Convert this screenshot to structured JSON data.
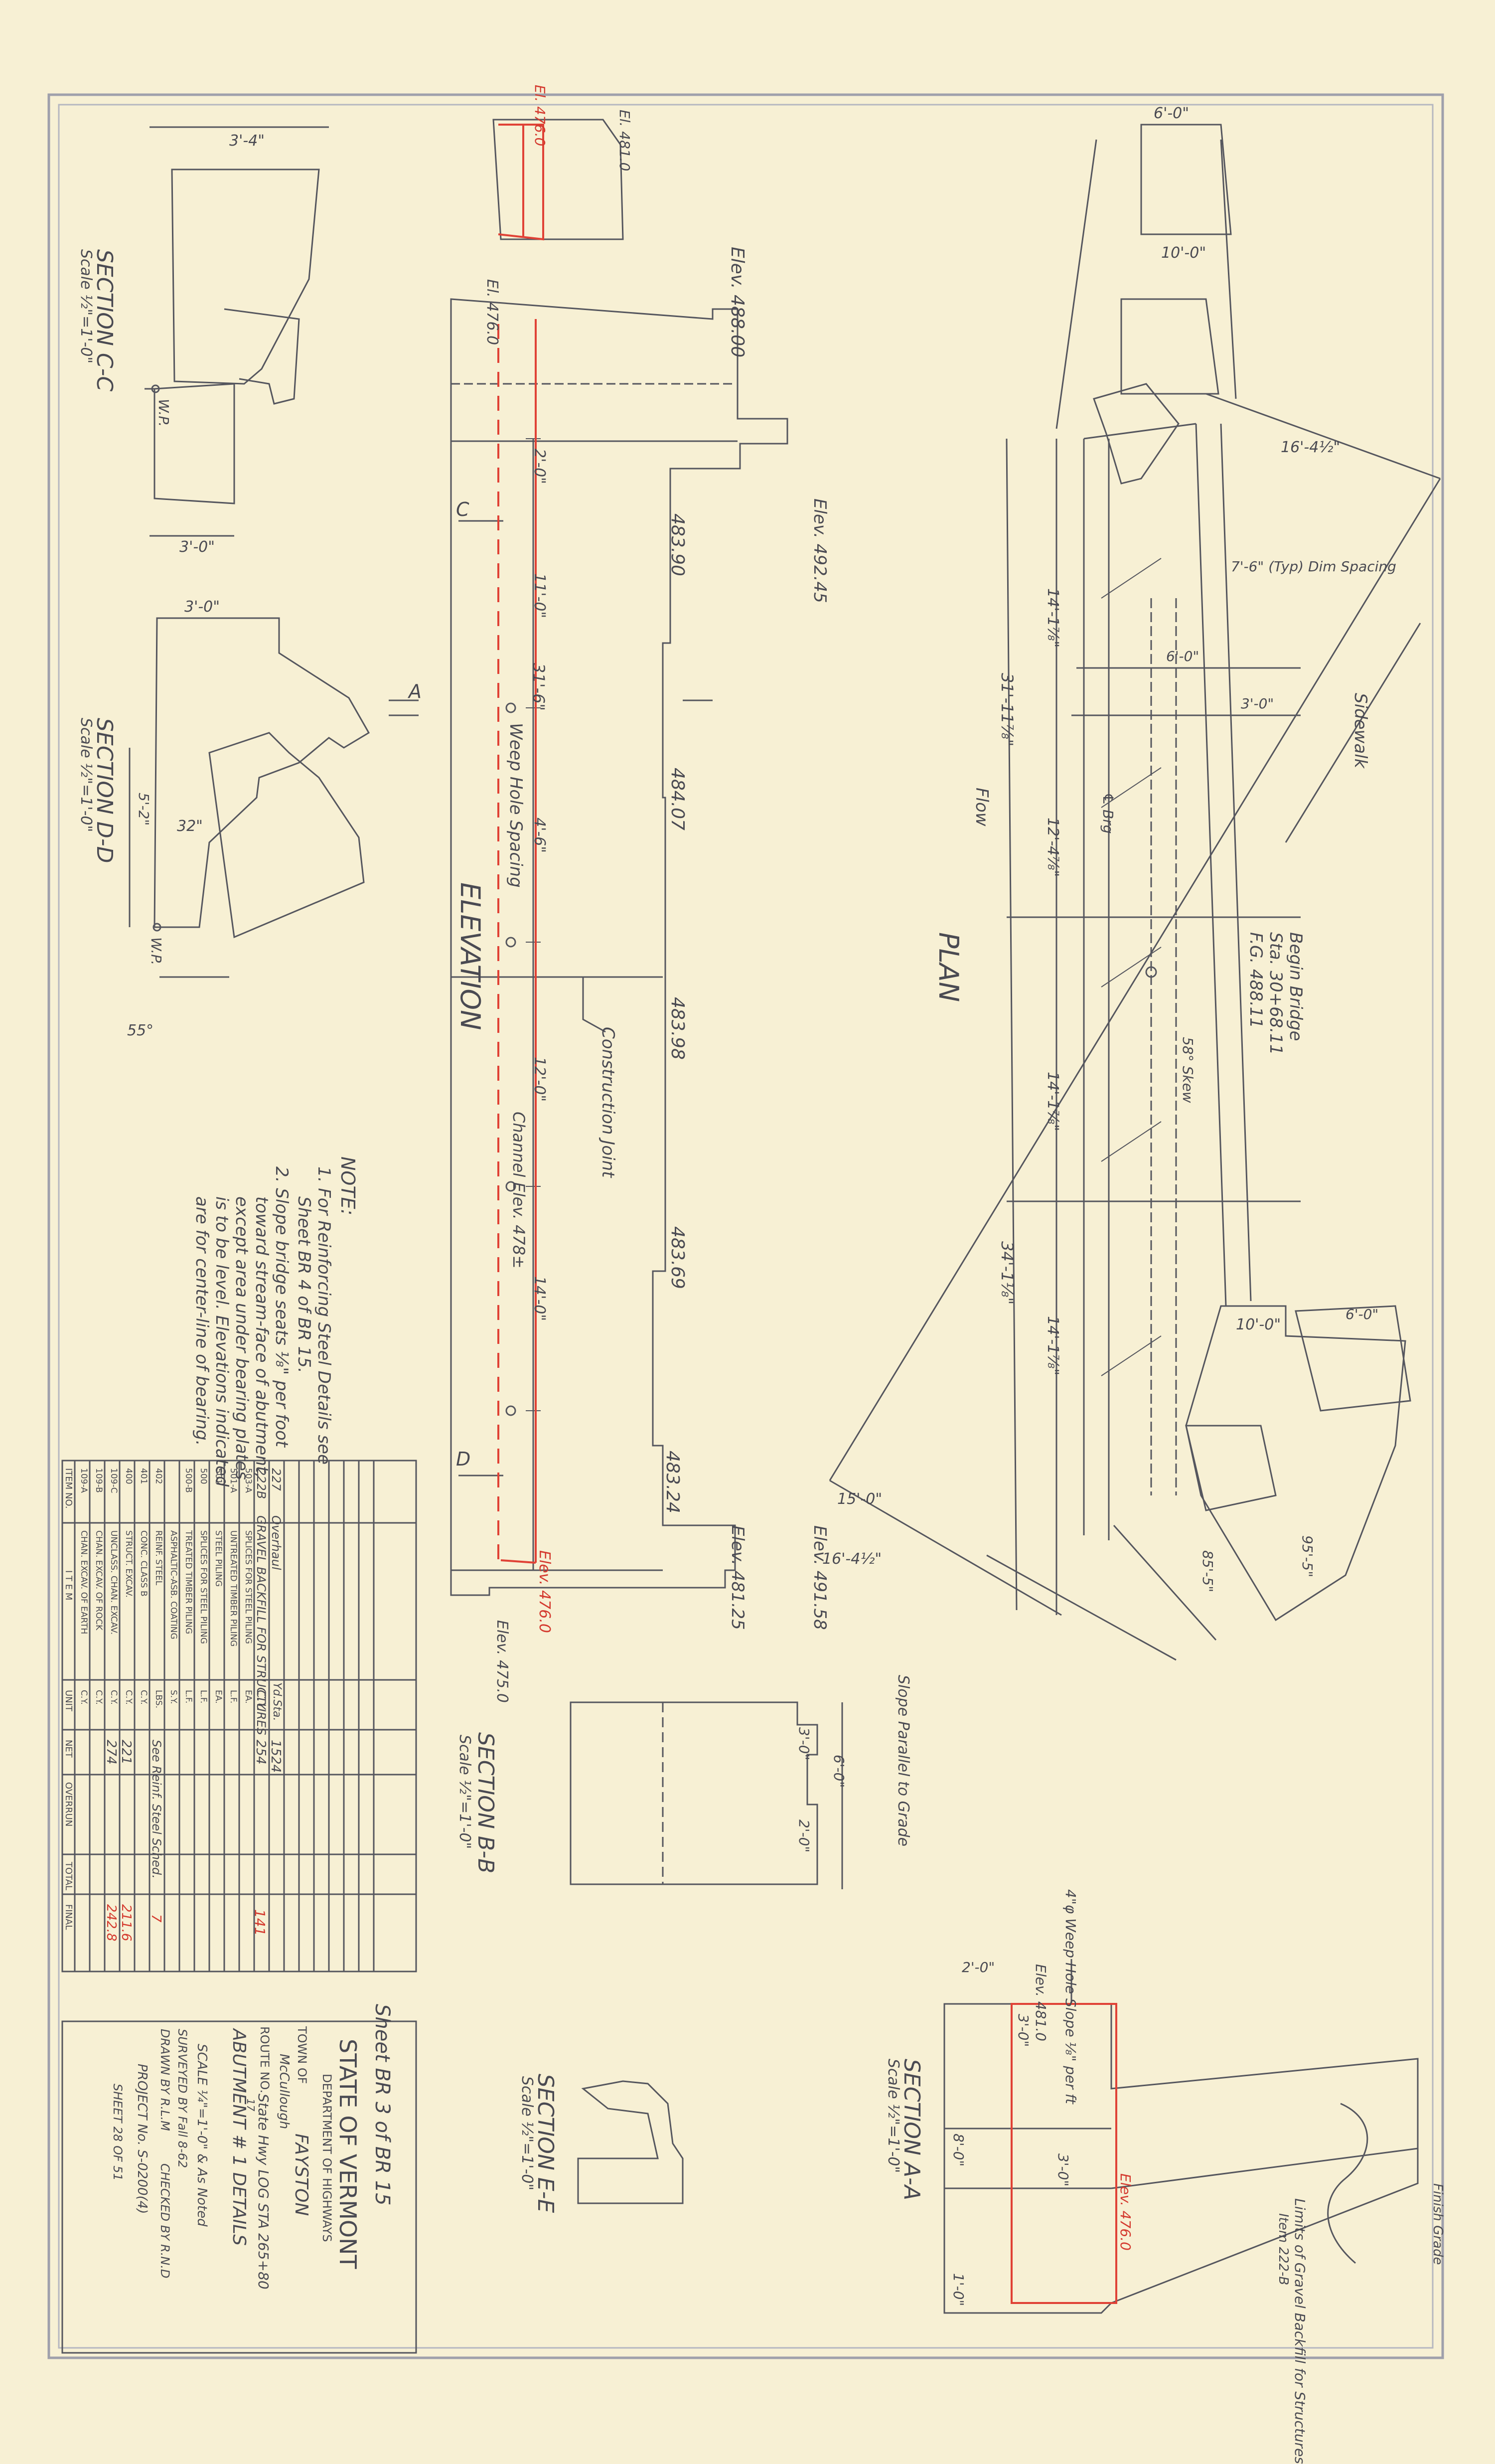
{
  "title_block": {
    "sheet_ref": "Sheet BR 3 of BR 15",
    "state": "STATE OF VERMONT",
    "department": "DEPARTMENT OF HIGHWAYS",
    "town_label": "TOWN OF",
    "town": "FAYSTON",
    "town_sub": "McCullough",
    "route_label": "ROUTE NO.",
    "route": "State Hwy LOG STA 265+80",
    "route_sub": "17",
    "drawing_title": "ABUTMENT # 1 DETAILS",
    "scale": "SCALE ¼\"=1'-0\" & As Noted",
    "surveyed": "SURVEYED BY Fall 8-62",
    "drawn": "DRAWN BY R.L.M",
    "checked": "CHECKED BY R.N.D",
    "project": "PROJECT No. S-0200(4)",
    "sheet": "SHEET 28 OF 51"
  },
  "quantities": {
    "headers": [
      "ITEM NO.",
      "I T E M",
      "UNIT",
      "NET",
      "OVERRUN",
      "TOTAL",
      "FINAL"
    ],
    "rows": [
      {
        "no": "109-A",
        "item": "CHAN. EXCAV. OF EARTH",
        "unit": "C.Y.",
        "net": "",
        "final": ""
      },
      {
        "no": "109-B",
        "item": "CHAN. EXCAV. OF ROCK",
        "unit": "C.Y.",
        "net": "",
        "final": ""
      },
      {
        "no": "109-C",
        "item": "UNCLASS. CHAN. EXCAV.",
        "unit": "C.Y.",
        "net": "274",
        "final": "242.8"
      },
      {
        "no": "400",
        "item": "STRUCT. EXCAV.",
        "unit": "C.Y.",
        "net": "221",
        "final": "211.6"
      },
      {
        "no": "401",
        "item": "CONC. CLASS B",
        "unit": "C.Y.",
        "net": "",
        "final": ""
      },
      {
        "no": "402",
        "item": "REINF. STEEL",
        "unit": "LBS.",
        "net": "See Reinf. Steel Sched.",
        "final": "7"
      },
      {
        "no": "",
        "item": "ASPHALTIC-ASB. COATING",
        "unit": "S.Y.",
        "net": "",
        "final": ""
      },
      {
        "no": "500-B",
        "item": "TREATED TIMBER PILING",
        "unit": "L.F.",
        "net": "",
        "final": ""
      },
      {
        "no": "500",
        "item": "SPLICES FOR STEEL PILING",
        "unit": "L.F.",
        "net": "",
        "final": ""
      },
      {
        "no": "501",
        "item": "STEEL PILING",
        "unit": "EA.",
        "net": "",
        "final": ""
      },
      {
        "no": "501-A",
        "item": "UNTREATED TIMBER PILING",
        "unit": "L.F.",
        "net": "",
        "final": ""
      },
      {
        "no": "503-A",
        "item": "SPLICES FOR STEEL PILING",
        "unit": "EA.",
        "net": "",
        "final": ""
      },
      {
        "no": "222B",
        "item": "GRAVEL BACKFILL FOR STRUCTURES",
        "unit": "C.Y.",
        "net": "254",
        "final": "141"
      },
      {
        "no": "227",
        "item": "Overhaul",
        "unit": "Yd.Sta.",
        "net": "1524",
        "final": ""
      }
    ]
  },
  "notes": {
    "heading": "NOTE:",
    "lines": [
      "1. For Reinforcing Steel Details see",
      "Sheet BR 4 of BR 15.",
      "2. Slope bridge seats ⅛\" per foot",
      "toward stream-face of abutment,",
      "except area under bearing plates",
      "is to be level. Elevations indicated",
      "are for center-line of bearing."
    ]
  },
  "views": {
    "elevation": "ELEVATION",
    "plan": "PLAN",
    "section_cc": "SECTION C-C",
    "section_cc_scale": "Scale ½\"=1'-0\"",
    "section_dd": "SECTION D-D",
    "section_dd_scale": "Scale ½\"=1'-0\"",
    "section_bb": "SECTION B-B",
    "section_bb_scale": "Scale ½\"=1'-0\"",
    "section_ee": "SECTION E-E",
    "section_ee_scale": "Scale ½\"=1'-0\"",
    "section_aa": "SECTION A-A",
    "section_aa_scale": "Scale ½\"=1'-0\""
  },
  "elevation_labels": {
    "elev_top": "Elev. 488.00",
    "elev_492": "Elev. 492.45",
    "elev_491": "Elev. 491.58",
    "elev_481": "Elev. 481.25",
    "seat_1": "483.90",
    "seat_2": "484.07",
    "seat_3": "483.98",
    "seat_4": "483.69",
    "seat_5": "483.24",
    "el_4760": "El. 476.0",
    "el_4810": "El. 481.0",
    "el_4760_red": "El. 476.0",
    "el_4750": "Elev. 475.0",
    "el_4760_bottom": "Elev. 476.0",
    "weep": "Weep Hole Spacing",
    "construction_joint": "Construction Joint",
    "channel": "Channel Elev. 478±",
    "dim_2": "2'-0\"",
    "dim_11": "11'-0\"",
    "dim_316": "31'-6\"",
    "dim_12": "12'-0\"",
    "dim_14": "14'-0\"",
    "dim_45": "4'-6\"",
    "cut_a": "A",
    "cut_c": "C",
    "cut_d": "D"
  },
  "plan_labels": {
    "begin_bridge": "Begin Bridge",
    "station": "Sta. 30+68.11",
    "fg": "F.G. 488.11",
    "flow": "Flow",
    "skew": "58° Skew",
    "sidewalk": "Sidewalk",
    "cl_brg": "℄ Brg",
    "dim_6_top": "6'-0\"",
    "dim_10_top": "10'-0\"",
    "dim_16_top": "16'-4½\"",
    "dim_16_bot": "16'-4½\"",
    "dim_15": "15'-0\"",
    "dim_10_bot": "10'-0\"",
    "dim_6_bot": "6'-0\"",
    "dim_3118": "31'-11⅞\"",
    "dim_3418": "34'-1⅛\"",
    "dim_1418a": "14'-1⅞\"",
    "dim_1418b": "14'-1⅞\"",
    "dim_1418c": "14'-1⅞\"",
    "dim_1248": "12'-4⅞\"",
    "dim_1510": "15'-0\"",
    "dim_95": "95'-5\"",
    "dim_85": "85'-5\"",
    "dim_78": "7'-6\" (Typ) Dim Spacing",
    "dim_60": "6'-0\"",
    "dim_30": "3'-0\""
  },
  "section_labels": {
    "cc_w": "3'-4\"",
    "cc_b": "3'-0\"",
    "cc_wp": "W.P.",
    "dd_top": "3'-0\"",
    "dd_32": "32\"",
    "dd_52": "5'-2\"",
    "dd_55": "55°",
    "dd_wp": "W.P.",
    "bb_30": "3'-0\"",
    "bb_60": "6'-0\"",
    "bb_20": "2'-0\"",
    "bb_slope": "Slope Parallel to Grade",
    "aa_weep": "4\"φ Weep Hole Slope ⅛\" per ft",
    "aa_elev": "Elev. 481.0",
    "aa_elev_red": "Elev. 476.0",
    "aa_20": "2'-0\"",
    "aa_30a": "3'-0\"",
    "aa_30b": "3'-0\"",
    "aa_80": "8'-0\"",
    "aa_10": "1'-0\"",
    "aa_limits": "Limits of Gravel Backfill for Structures",
    "aa_item": "Item 222-B",
    "aa_finish": "Finish Grade"
  },
  "colors": {
    "paper": "#f7f0d4",
    "ink": "#4a4a52",
    "red": "#e04236",
    "border": "#9a9aa6"
  }
}
